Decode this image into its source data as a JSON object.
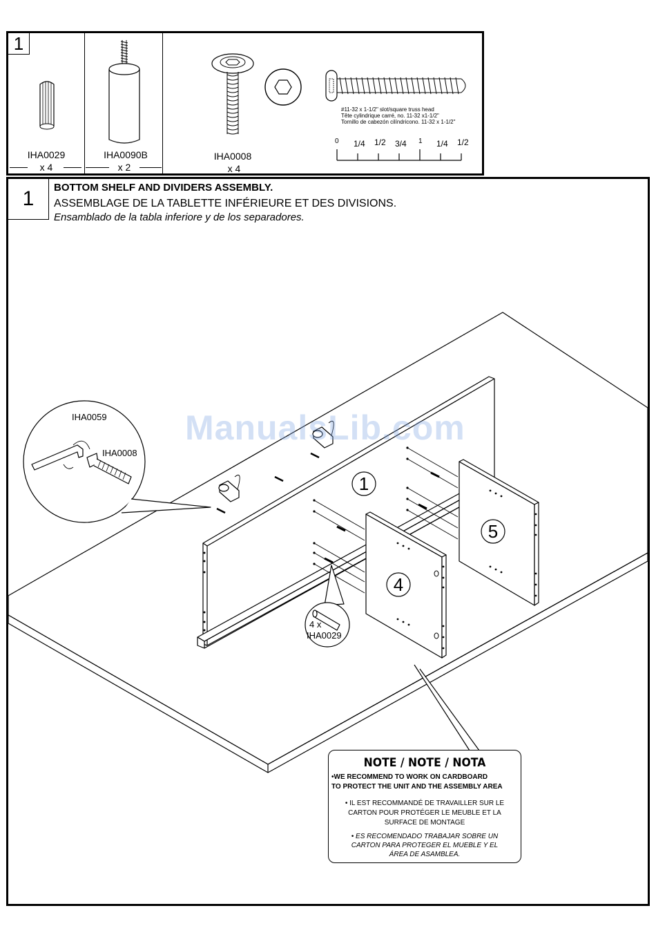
{
  "parts": {
    "step_label": "1",
    "items": [
      {
        "code": "IHA0029",
        "qty": "x 4",
        "icon": "dowel-icon"
      },
      {
        "code": "IHA0090B",
        "qty": "x 2",
        "icon": "cam-post-icon"
      },
      {
        "code": "IHA0008",
        "qty": "x 4",
        "icon": "hex-bolt-icon"
      }
    ],
    "screw_desc": [
      "#11-32 x 1-1/2\" slot/square truss head",
      "Tête cylindrique carré, no. 11-32 x1-1/2\"",
      "Tornillo de cabezón cilíndricono. 11-32 x 1-1/2\""
    ],
    "ruler_labels": [
      "0",
      "1/4",
      "1/2",
      "3/4",
      "1",
      "1/4",
      "1/2"
    ]
  },
  "step": {
    "number": "1",
    "title_en": "BOTTOM SHELF AND DIVIDERS ASSEMBLY.",
    "title_fr": "ASSEMBLAGE DE LA TABLETTE INFÉRIEURE ET DES DIVISIONS.",
    "title_es": "Ensamblado de la tabla inferiore y de los separadores."
  },
  "diagram": {
    "callout_tool": "IHA0059",
    "callout_bolt": "IHA0008",
    "panel_1": "1",
    "panel_4": "4",
    "panel_5": "5",
    "dowel_qty": "4 x",
    "dowel_code": "IHA0029",
    "watermark": "ManualsLib.com"
  },
  "note": {
    "title": "NOTE / NOTE / NOTA",
    "en": [
      "•WE RECOMMEND TO WORK ON CARDBOARD",
      "TO PROTECT THE UNIT AND THE ASSEMBLY AREA"
    ],
    "fr": [
      "• IL EST RECOMMANDÉ DE TRAVAILLER SUR LE",
      "CARTON POUR PROTÉGER LE MEUBLE ET LA",
      "SURFACE DE MONTAGE"
    ],
    "es": [
      "• ES RECOMENDADO TRABAJAR SOBRE UN",
      "CARTON PARA PROTEGER EL MUEBLE Y EL",
      "ÁREA DE ASAMBLEA."
    ]
  }
}
